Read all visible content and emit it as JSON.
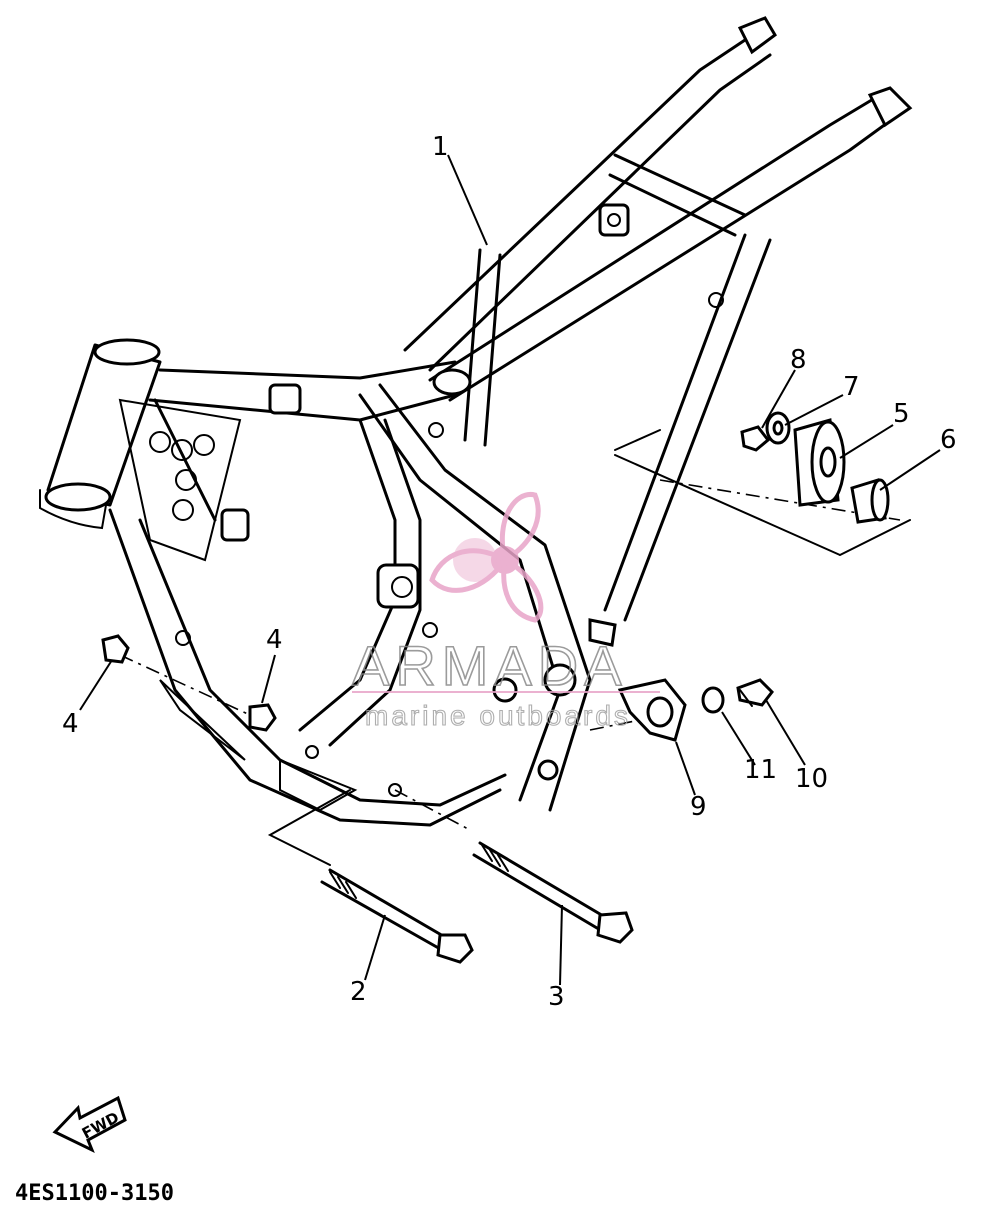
{
  "diagram": {
    "part_code": "4ES1100-3150",
    "direction_label": "FWD",
    "callouts": [
      "1",
      "2",
      "3",
      "4",
      "4",
      "5",
      "6",
      "7",
      "8",
      "9",
      "10",
      "11"
    ]
  },
  "watermark": {
    "brand": "ARMADA",
    "tagline": "marine outboards",
    "logo_color": "#e8a4c8"
  }
}
